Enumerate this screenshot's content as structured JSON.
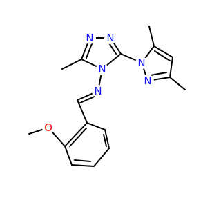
{
  "molecule": {
    "atoms": [
      {
        "id": "n1",
        "element": "N",
        "label": "N",
        "color": "#1414ff"
      },
      {
        "id": "n2",
        "element": "N",
        "label": "N",
        "color": "#1414ff"
      },
      {
        "id": "n4",
        "element": "N",
        "label": "N",
        "color": "#1414ff"
      },
      {
        "id": "n_imine",
        "element": "N",
        "label": "N",
        "color": "#1414ff"
      },
      {
        "id": "n_pz1",
        "element": "N",
        "label": "N",
        "color": "#1414ff"
      },
      {
        "id": "n_pz2",
        "element": "N",
        "label": "N",
        "color": "#1414ff"
      },
      {
        "id": "o_methoxy",
        "element": "O",
        "label": "O",
        "color": "#ff0d0d"
      }
    ],
    "bond_color": "#000000"
  }
}
